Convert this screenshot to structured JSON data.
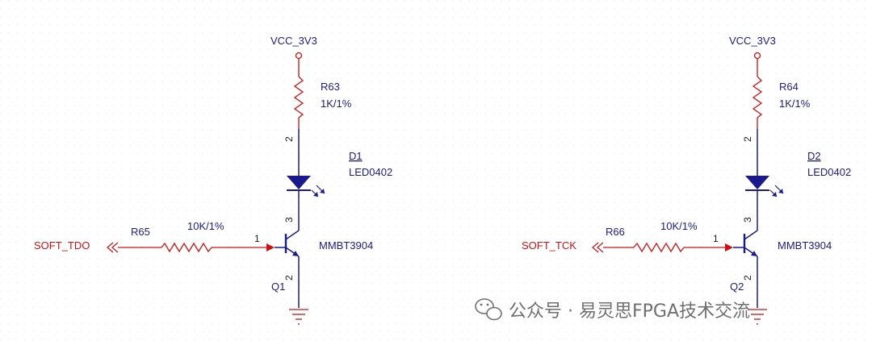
{
  "colors": {
    "wire": "#1a1a8c",
    "net": "#d01010",
    "component": "#d01010",
    "text": "#1a1a8c",
    "grid": "#e6e6e6"
  },
  "circuits": [
    {
      "supply": "VCC_3V3",
      "pull_resistor": {
        "ref": "R63",
        "value": "1K/1%"
      },
      "resistor_pin": "2",
      "led": {
        "ref": "D1",
        "part": "LED0402"
      },
      "transistor": {
        "ref": "Q1",
        "part": "MMBT3904",
        "pin_base": "1",
        "pin_collector": "3",
        "pin_emitter": "2"
      },
      "base_resistor": {
        "ref": "R65",
        "value": "10K/1%"
      },
      "net": "SOFT_TDO"
    },
    {
      "supply": "VCC_3V3",
      "pull_resistor": {
        "ref": "R64",
        "value": "1K/1%"
      },
      "resistor_pin": "2",
      "led": {
        "ref": "D2",
        "part": "LED0402"
      },
      "transistor": {
        "ref": "Q2",
        "part": "MMBT3904",
        "pin_base": "1",
        "pin_collector": "3",
        "pin_emitter": "2"
      },
      "base_resistor": {
        "ref": "R66",
        "value": "10K/1%"
      },
      "net": "SOFT_TCK"
    }
  ],
  "watermark": {
    "icon": "wechat-icon",
    "text": "公众号 · 易灵思FPGA技术交流"
  }
}
